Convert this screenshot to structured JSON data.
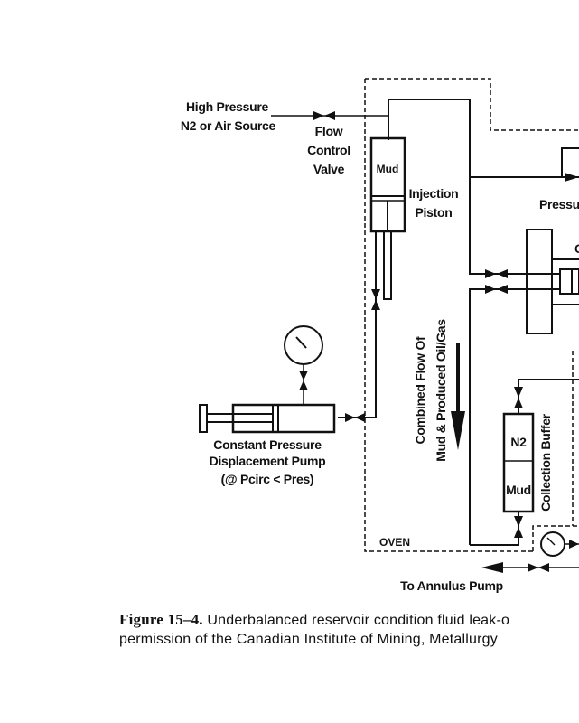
{
  "diagram": {
    "labels": {
      "source_line1": "High Pressure",
      "source_line2": "N2 or Air Source",
      "valve_line1": "Flow",
      "valve_line2": "Control",
      "valve_line3": "Valve",
      "piston_mud": "Mud",
      "piston_line1": "Injection",
      "piston_line2": "Piston",
      "pressure_partial": "Pressu",
      "cell_partial": "C",
      "pump_line1": "Constant Pressure",
      "pump_line2": "Displacement Pump",
      "pump_line3": "(@ Pcirc < Pres)",
      "flow_line1": "Combined Flow Of",
      "flow_line2": "Mud & Produced Oil/Gas",
      "buffer_n2": "N2",
      "buffer_mud": "Mud",
      "buffer_label": "Collection Buffer",
      "oven": "OVEN",
      "annulus": "To Annulus Pump"
    }
  },
  "caption": {
    "figure_number": "Figure 15–4.",
    "line1_text": " Underbalanced reservoir condition fluid leak-o",
    "line2_text": "permission of the Canadian Institute of Mining, Metallurgy"
  }
}
